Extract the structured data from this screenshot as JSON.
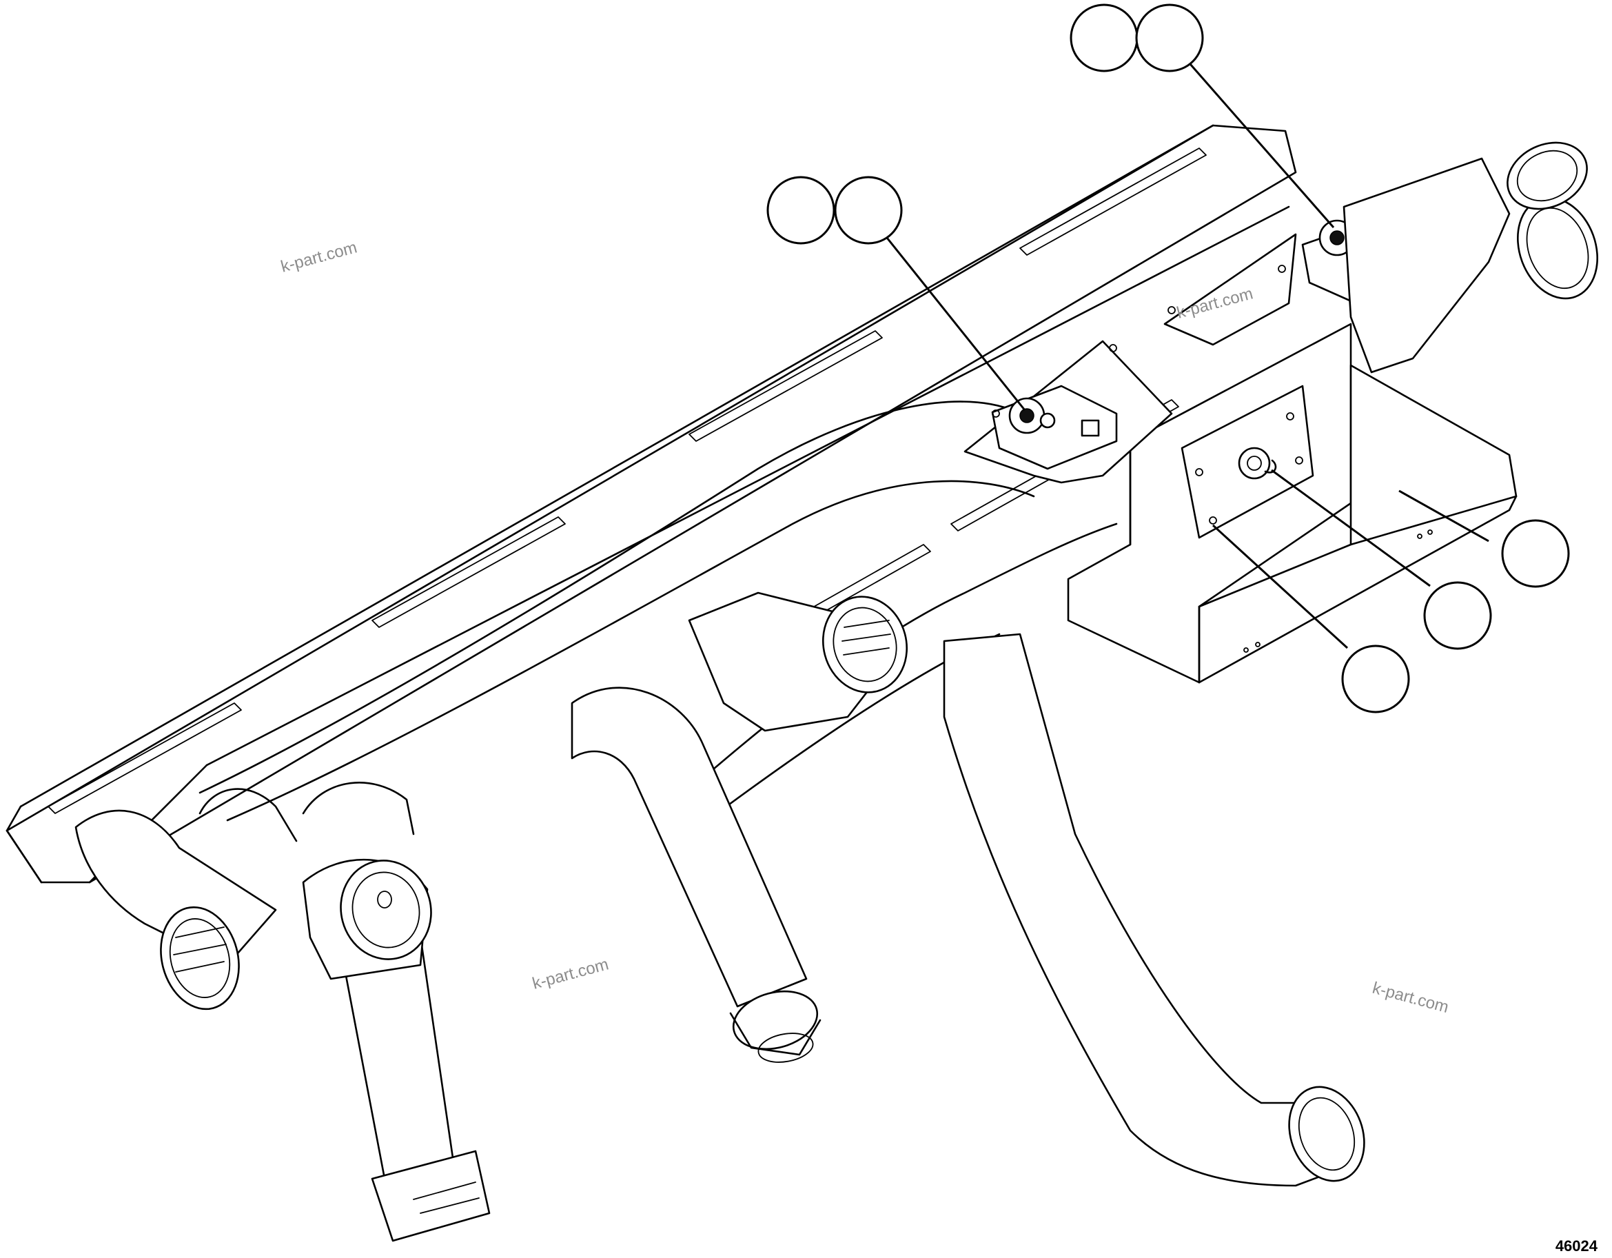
{
  "watermark": "k-part.com",
  "figure_number": "46024",
  "callouts": [
    {
      "id": "callout-top-right-a",
      "label": ""
    },
    {
      "id": "callout-top-right-b",
      "label": ""
    },
    {
      "id": "callout-center-a",
      "label": ""
    },
    {
      "id": "callout-center-b",
      "label": ""
    },
    {
      "id": "callout-right-housing",
      "label": ""
    },
    {
      "id": "callout-right-knob",
      "label": ""
    },
    {
      "id": "callout-right-plate",
      "label": ""
    }
  ]
}
